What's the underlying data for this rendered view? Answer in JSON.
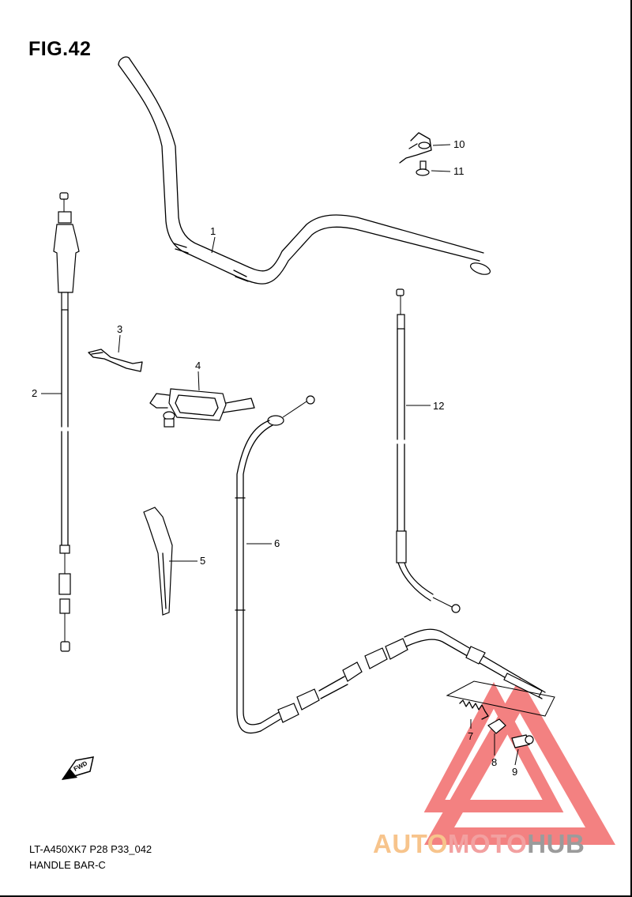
{
  "figure": {
    "title": "FIG.42",
    "code": "LT-A450XK7 P28 P33_042",
    "name": "HANDLE BAR-C"
  },
  "parts": [
    {
      "number": "1"
    },
    {
      "number": "2"
    },
    {
      "number": "3"
    },
    {
      "number": "4"
    },
    {
      "number": "5"
    },
    {
      "number": "6"
    },
    {
      "number": "7"
    },
    {
      "number": "8"
    },
    {
      "number": "9"
    },
    {
      "number": "10"
    },
    {
      "number": "11"
    },
    {
      "number": "12"
    }
  ],
  "fwd_arrow": {
    "label": "FWD"
  },
  "watermark": {
    "part_a": "AUTO",
    "part_b": "MOTO",
    "part_c": "HUB",
    "colors": {
      "auto": "#f7c48c",
      "moto": "#f2a0a0",
      "hub": "#9b9b9b",
      "triangle": "#ee4c4c"
    }
  }
}
